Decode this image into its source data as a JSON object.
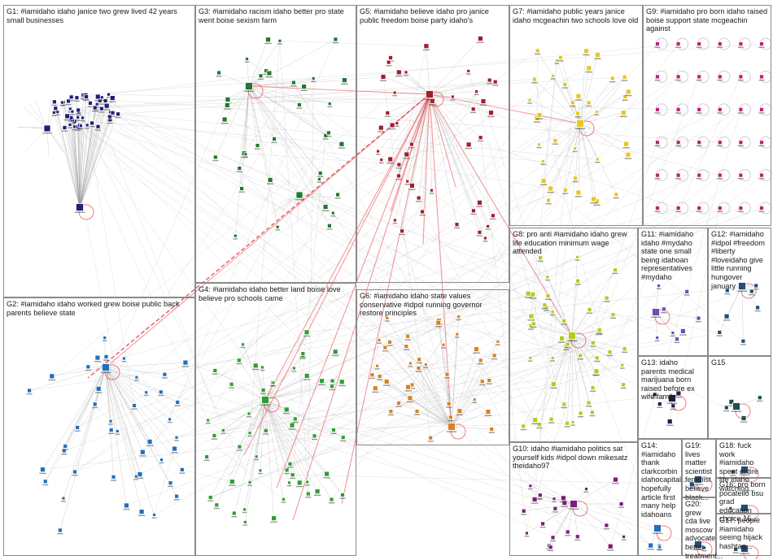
{
  "graph": {
    "background": "#ffffff",
    "edge_color": "#9a9a9a",
    "highlight_edge_color": "#e8464b",
    "groups": [
      {
        "id": "G1",
        "label": "G1: #iamidaho idaho janice two grew lived 42 years small businesses",
        "color": "#1f1f7a"
      },
      {
        "id": "G2",
        "label": "G2: #iamidaho idaho worked grew boise public back parents believe state",
        "color": "#1f6fbf"
      },
      {
        "id": "G3",
        "label": "G3: #iamidaho racism idaho better pro state went boise sexism farm",
        "color": "#1f7a2e"
      },
      {
        "id": "G4",
        "label": "G4: #iamidaho idaho better land boise love believe pro schools came",
        "color": "#2ea02e"
      },
      {
        "id": "G5",
        "label": "G5: #iamidaho believe idaho pro janice public freedom boise party idaho's",
        "color": "#a01f2e"
      },
      {
        "id": "G6",
        "label": "G6: #iamidaho idaho state values conservative #idpol running governor restore principles",
        "color": "#d9821f"
      },
      {
        "id": "G7",
        "label": "G7: #iamidaho public years janice idaho mcgeachin two schools love old",
        "color": "#e6c81f"
      },
      {
        "id": "G8",
        "label": "G8: pro anti #iamidaho idaho grew life education minimum wage attended",
        "color": "#b8c91f"
      },
      {
        "id": "G9",
        "label": "G9: #iamidaho pro born idaho raised boise support state mcgeachin against",
        "color": "#c01f7a"
      },
      {
        "id": "G10",
        "label": "G10: idaho #iamidaho politics sat yourself kids #idpol down mikesatz theidaho97",
        "color": "#7a1f7a"
      },
      {
        "id": "G11",
        "label": "G11: #iamidaho idaho #mydaho state one small being idahoan representatives #mydaho",
        "color": "#6a4fb8"
      },
      {
        "id": "G12",
        "label": "G12: #iamidaho #idpol #freedom #liberty #loveidaho give little running hungover january",
        "color": "#1f4f7a"
      },
      {
        "id": "G13",
        "label": "G13: idaho parents medical marijuana born raised before ex wife family",
        "color": "#1f1f4f"
      },
      {
        "id": "G14",
        "label": "G14: #iamidaho thank clarkcorbin idahocapital... hopefully article first many help idahoans",
        "color": "#1f6fbf"
      },
      {
        "id": "G15",
        "label": "G15",
        "color": "#1f4f4f"
      },
      {
        "id": "G16",
        "label": "G16: pro born pocatello bsu grad education choice 15...",
        "color": "#1f4f7a"
      },
      {
        "id": "G17",
        "label": "G17: people #iamidaho seeing hijack hashtag...",
        "color": "#1f4f7a"
      },
      {
        "id": "G18",
        "label": "G18: fuck work #iamidaho spent entire life idaho watching...",
        "color": "#1f4f7a"
      },
      {
        "id": "G19",
        "label": "G19: lives matter scientist feminist believe black...",
        "color": "#1f4f7a"
      },
      {
        "id": "G20",
        "label": "G20: grew cda live moscow advocate better treatment...",
        "color": "#1f4f7a"
      }
    ]
  }
}
